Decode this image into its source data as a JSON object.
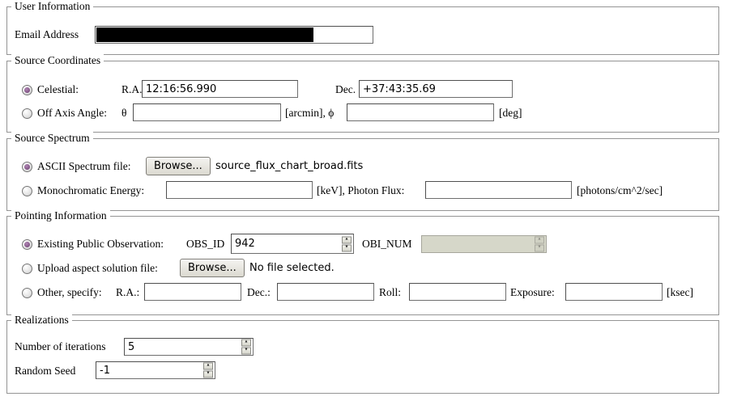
{
  "user_information": {
    "legend": "User Information",
    "email_label": "Email Address"
  },
  "source_coordinates": {
    "legend": "Source Coordinates",
    "celestial_label": "Celestial:",
    "celestial_selected": true,
    "ra_label": "R.A.",
    "ra_value": "12:16:56.990",
    "dec_label": "Dec.",
    "dec_value": "+37:43:35.69",
    "off_axis_label": "Off Axis Angle:",
    "off_axis_selected": false,
    "theta_label": "θ",
    "arcmin_phi_label": "[arcmin], ϕ",
    "deg_label": "[deg]"
  },
  "source_spectrum": {
    "legend": "Source Spectrum",
    "ascii_label": "ASCII Spectrum file:",
    "ascii_selected": true,
    "browse_label": "Browse...",
    "filename": "source_flux_chart_broad.fits",
    "mono_label": "Monochromatic Energy:",
    "mono_selected": false,
    "kev_flux_label": "[keV], Photon Flux:",
    "flux_units_label": "[photons/cm^2/sec]"
  },
  "pointing_information": {
    "legend": "Pointing Information",
    "existing_label": "Existing Public Observation:",
    "existing_selected": true,
    "obs_id_label": "OBS_ID",
    "obs_id_value": "942",
    "obi_num_label": "OBI_NUM",
    "upload_label": "Upload aspect solution file:",
    "upload_selected": false,
    "browse_label": "Browse...",
    "no_file_label": "No file selected.",
    "other_label": "Other, specify:",
    "other_selected": false,
    "ra_label": "R.A.:",
    "dec_label": "Dec.:",
    "roll_label": "Roll:",
    "exposure_label": "Exposure:",
    "ksec_label": "[ksec]"
  },
  "realizations": {
    "legend": "Realizations",
    "iterations_label": "Number of iterations",
    "iterations_value": "5",
    "seed_label": "Random Seed",
    "seed_value": "-1"
  },
  "colors": {
    "radio_selected_dot": "#7c4f80",
    "disabled_field_bg": "#d6d7c9",
    "redaction": "#000000"
  }
}
